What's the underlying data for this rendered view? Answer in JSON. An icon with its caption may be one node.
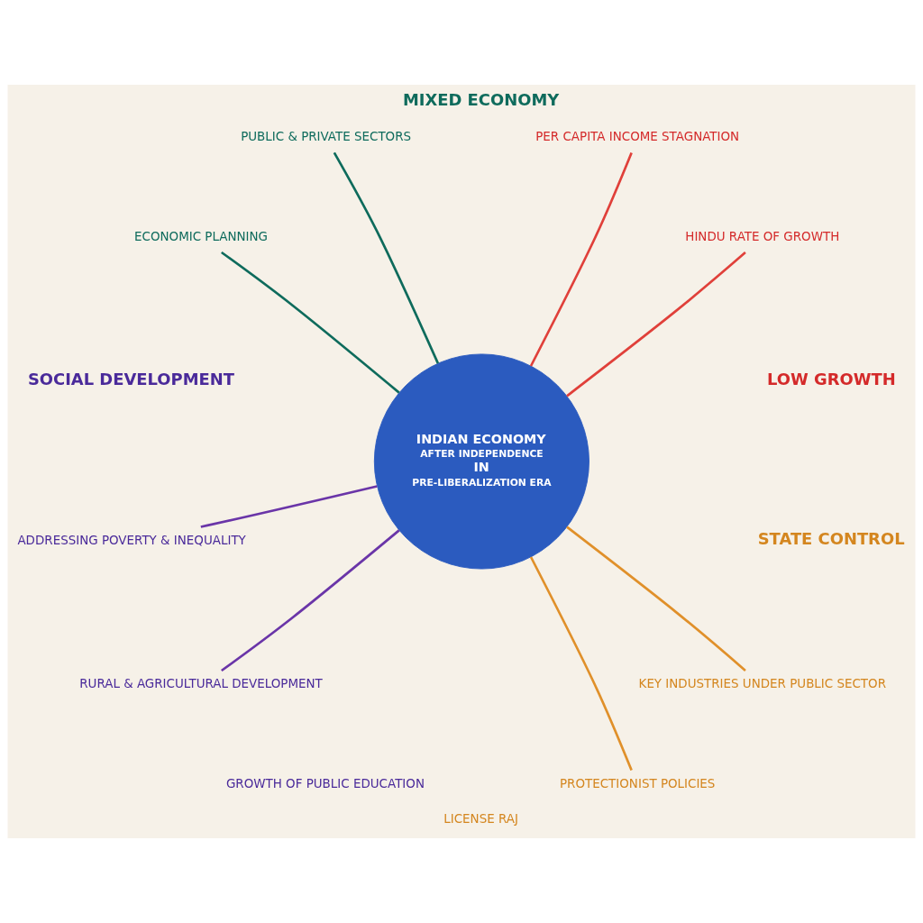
{
  "diagram": {
    "nodes": [
      {
        "text": [
          "INDIAN ECONOMY",
          "AFTER INDEPENDENCE",
          "IN",
          "PRE-LIBERALIZATION ERA"
        ]
      },
      {
        "text": [
          "HINDU RATE OF GROWTH"
        ]
      },
      {
        "text": [
          "PER CAPITA INCOME STAGNATION"
        ]
      },
      {
        "text": [
          "PUBLIC & PRIVATE SECTORS"
        ]
      },
      {
        "text": [
          "ECONOMIC PLANNING"
        ]
      },
      {
        "text": [
          "KEY INDUSTRIES UNDER PUBLIC SECTOR"
        ]
      },
      {
        "text": [
          "PROTECTIONIST POLICIES"
        ]
      },
      {
        "text": [
          "ADDRESSING POVERTY & INEQUALITY"
        ]
      },
      {
        "text": [
          "RURAL & AGRICULTURAL DEVELOPMENT"
        ]
      }
    ],
    "edges": [
      {
        "from": 0,
        "to": 1,
        "arrow": "none",
        "color": "#e0403a"
      },
      {
        "from": 0,
        "to": 2,
        "arrow": "none",
        "color": "#e0403a"
      },
      {
        "from": 0,
        "to": 3,
        "arrow": "none",
        "color": "#0e6b5c"
      },
      {
        "from": 0,
        "to": 4,
        "arrow": "none",
        "color": "#0e6b5c"
      },
      {
        "from": 0,
        "to": 5,
        "arrow": "none",
        "color": "#e0902a"
      },
      {
        "from": 0,
        "to": 6,
        "arrow": "none",
        "color": "#e0902a"
      },
      {
        "from": 0,
        "to": 7,
        "arrow": "none",
        "color": "#6a35a8"
      },
      {
        "from": 0,
        "to": 8,
        "arrow": "none",
        "color": "#6a35a8"
      }
    ],
    "labels": [
      "LOW GROWTH",
      "MIXED ECONOMY",
      "STATE CONTROL",
      "LICENSE RAJ",
      "SOCIAL DEVELOPMENT",
      "GROWTH OF PUBLIC EDUCATION"
    ]
  }
}
